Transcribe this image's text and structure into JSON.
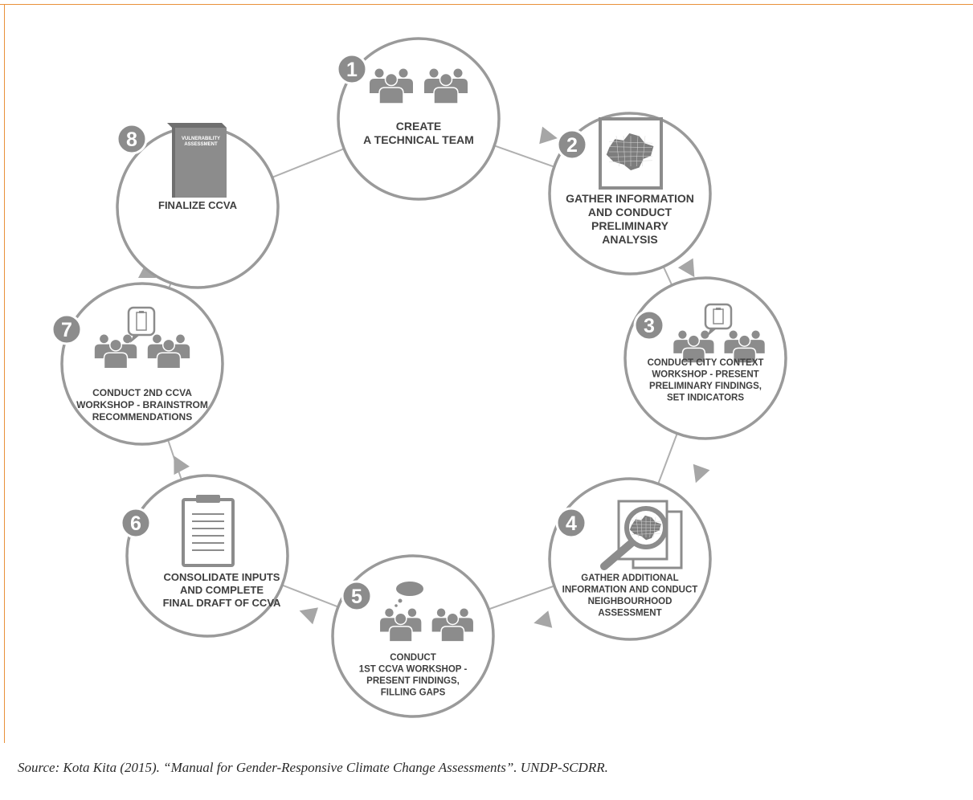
{
  "steps": [
    {
      "number": "1",
      "label_lines": [
        "CREATE",
        "A TECHNICAL TEAM"
      ],
      "icon": "two-groups-of-people-icon"
    },
    {
      "number": "2",
      "label_lines": [
        "GATHER INFORMATION",
        "AND CONDUCT",
        "PRELIMINARY",
        "ANALYSIS"
      ],
      "icon": "framed-city-map-icon"
    },
    {
      "number": "3",
      "label_lines": [
        "CONDUCT CITY CONTEXT",
        "WORKSHOP - PRESENT",
        "PRELIMINARY FINDINGS,",
        "SET INDICATORS"
      ],
      "icon": "people-with-speech-bubble-icon"
    },
    {
      "number": "4",
      "label_lines": [
        "GATHER ADDITIONAL",
        "INFORMATION AND CONDUCT",
        "NEIGHBOURHOOD",
        "ASSESSMENT"
      ],
      "icon": "magnifier-over-map-icon"
    },
    {
      "number": "5",
      "label_lines": [
        "CONDUCT",
        "1ST CCVA WORKSHOP -",
        "PRESENT FINDINGS,",
        "FILLING GAPS"
      ],
      "icon": "people-with-thought-cloud-icon"
    },
    {
      "number": "6",
      "label_lines": [
        "CONSOLIDATE INPUTS",
        "AND COMPLETE",
        "FINAL DRAFT OF CCVA"
      ],
      "icon": "clipboard-icon"
    },
    {
      "number": "7",
      "label_lines": [
        "CONDUCT 2ND CCVA",
        "WORKSHOP - BRAINSTROM",
        "RECOMMENDATIONS"
      ],
      "icon": "people-with-clipboard-bubble-icon"
    },
    {
      "number": "8",
      "label_lines": [
        "FINALIZE CCVA"
      ],
      "icon": "vulnerability-assessment-report-icon",
      "book_lines": [
        "VULNERABILITY",
        "ASSESSMENT"
      ]
    }
  ],
  "source": "Source: Kota Kita (2015). “Manual for Gender-Responsive Climate Change Assessments”. UNDP-SCDRR.",
  "colors": {
    "circle_stroke": "#9a9a9a",
    "icon": "#8c8c8c",
    "badge": "#8c8c8c",
    "text": "#3f3f3f",
    "frame": "#e8913a",
    "arrow": "#a6a6a6"
  }
}
